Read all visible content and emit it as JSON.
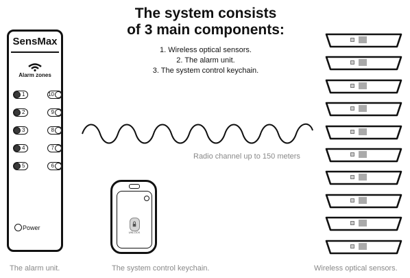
{
  "title": {
    "line1": "The system consists",
    "line2": "of 3 main components:"
  },
  "components": [
    "1. Wireless optical sensors.",
    "2. The alarm unit.",
    "3. The system control keychain."
  ],
  "alarm_unit": {
    "brand": "SensMax",
    "zones_label": "Alarm zones",
    "zones_left": [
      "1",
      "2",
      "3",
      "4",
      "5"
    ],
    "zones_right": [
      "10",
      "9",
      "8",
      "7",
      "6"
    ],
    "power_label": "Power",
    "caption": "The alarm unit."
  },
  "radio": {
    "label": "Radio channel up to 150 meters"
  },
  "keychain": {
    "button_label": "UNLOCK",
    "caption": "The system control keychain."
  },
  "sensors": {
    "count": 10,
    "caption": "Wireless optical sensors."
  }
}
